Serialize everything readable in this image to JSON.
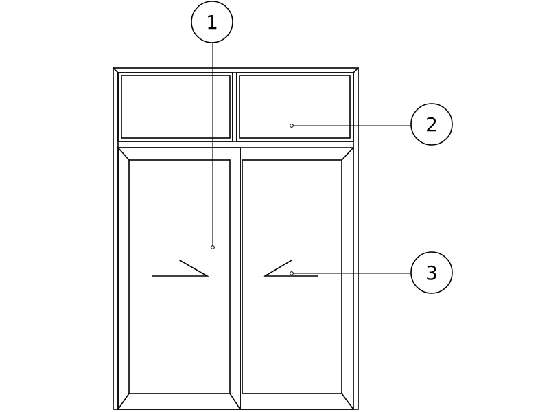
{
  "callouts": [
    {
      "label": "1",
      "target": "left-sash"
    },
    {
      "label": "2",
      "target": "transom-glass"
    },
    {
      "label": "3",
      "target": "sash-handle"
    }
  ],
  "colors": {
    "line": "#000000",
    "background": "#ffffff"
  }
}
